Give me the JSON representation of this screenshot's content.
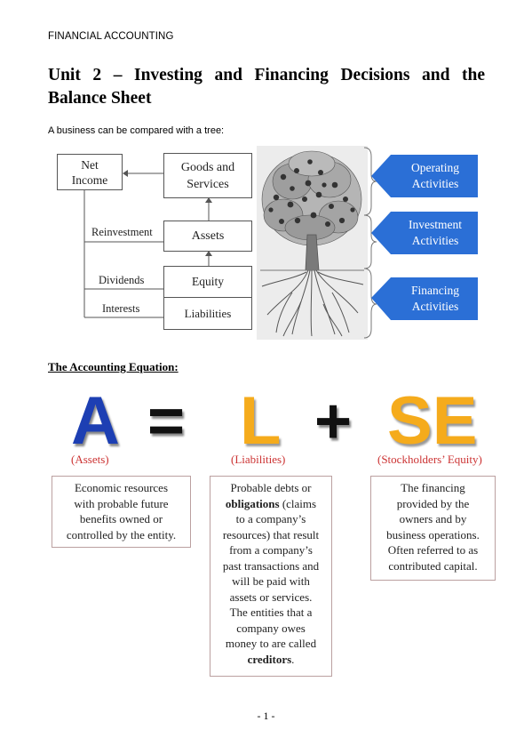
{
  "header": {
    "running_title": "FINANCIAL ACCOUNTING"
  },
  "title": {
    "line1": "Unit 2 – Investing and Financing Decisions and the",
    "line2": "Balance Sheet"
  },
  "intro": "A business can be compared with a tree:",
  "diagram": {
    "net_income": [
      "Net",
      "Income"
    ],
    "goods_services": [
      "Goods and",
      "Services"
    ],
    "assets": "Assets",
    "equity": "Equity",
    "liabilities": "Liabilities",
    "reinvestment": "Reinvestment",
    "dividends": "Dividends",
    "interests": "Interests",
    "operating": [
      "Operating",
      "Activities"
    ],
    "investment": [
      "Investment",
      "Activities"
    ],
    "financing": [
      "Financing",
      "Activities"
    ]
  },
  "section_title": "The Accounting Equation:",
  "equation": {
    "a": "A",
    "equals": "=",
    "l": "L",
    "plus": "+",
    "se": "SE",
    "a_label": "(Assets)",
    "l_label": "(Liabilities)",
    "se_label": "(Stockholders’ Equity)"
  },
  "definitions": {
    "assets": [
      "Economic resources",
      "with probable future",
      "benefits owned or",
      "controlled by the entity."
    ],
    "liabilities": {
      "l1": "Probable debts or",
      "l2_bold": "obligations",
      "l2_rest": " (claims",
      "rest": [
        "to a company’s",
        "resources) that result",
        "from a company’s",
        "past transactions and",
        "will be paid with",
        "assets or services.",
        "The entities that a",
        "company owes",
        "money to are called"
      ],
      "last_bold": "creditors",
      "last_rest": "."
    },
    "equity": [
      "The financing",
      "provided by the",
      "owners and by",
      "business operations.",
      "Often referred to as",
      "contributed capital."
    ]
  },
  "colors": {
    "blue": "#1d3fb3",
    "orange": "#f5ab1c",
    "red": "#cc3333",
    "tag_blue": "#2b6fd6"
  },
  "footer": {
    "page": "- 1 -"
  }
}
